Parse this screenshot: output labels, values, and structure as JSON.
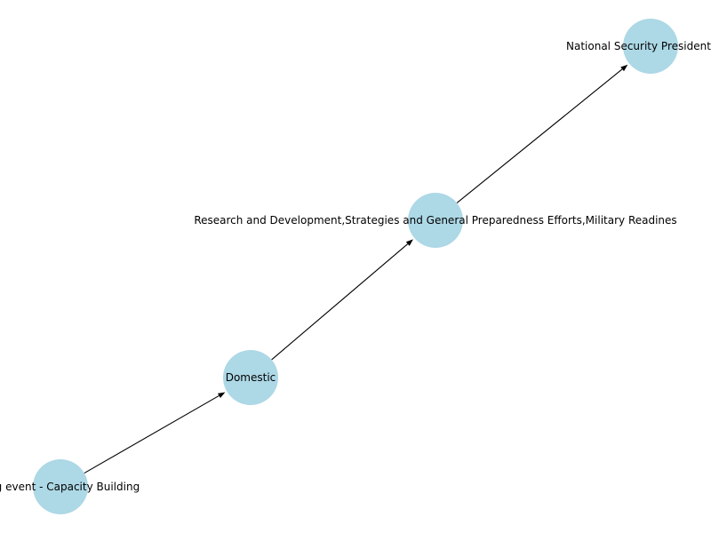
{
  "graph": {
    "nodes": [
      {
        "id": "n1",
        "label": "ring event - Capacity Building"
      },
      {
        "id": "n2",
        "label": "Domestic"
      },
      {
        "id": "n3",
        "label": "Research and Development,Strategies and General Preparedness Efforts,Military Readines"
      },
      {
        "id": "n4",
        "label": "National Security Presidential D"
      }
    ],
    "edges": [
      {
        "from": "n1",
        "to": "n2"
      },
      {
        "from": "n2",
        "to": "n3"
      },
      {
        "from": "n3",
        "to": "n4"
      }
    ],
    "colors": {
      "node_fill": "#add8e6",
      "edge": "#000000",
      "text": "#000000"
    }
  }
}
